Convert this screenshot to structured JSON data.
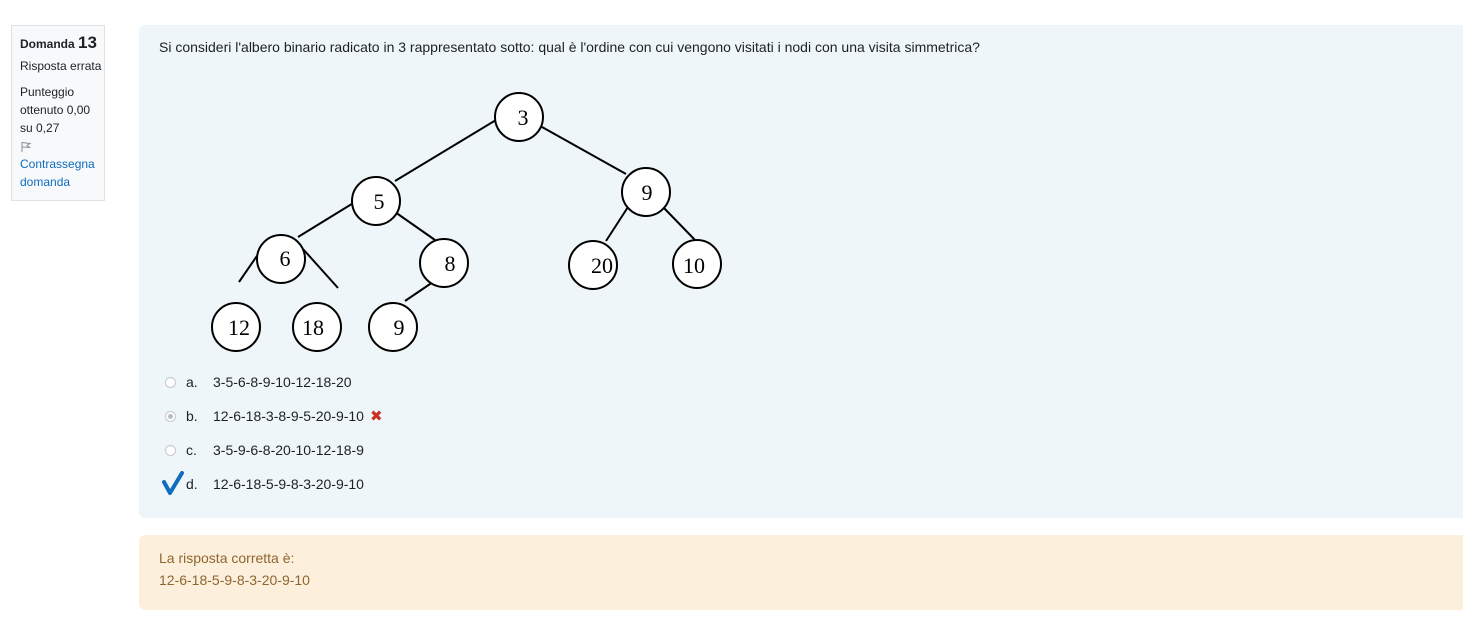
{
  "info": {
    "question_label": "Domanda",
    "question_number": "13",
    "state": "Risposta errata",
    "grade": "Punteggio ottenuto 0,00 su 0,27",
    "flag_link": "Contrassegna domanda"
  },
  "question": {
    "text": "Si consideri l'albero binario radicato in 3 rappresentato sotto: qual è l'ordine con cui vengono visitati i nodi con una visita simmetrica?"
  },
  "tree": {
    "nodes": [
      "3",
      "5",
      "9",
      "6",
      "8",
      "20",
      "10",
      "12",
      "18",
      "9"
    ]
  },
  "answers": [
    {
      "letter": "a.",
      "text": "3-5-6-8-9-10-12-18-20"
    },
    {
      "letter": "b.",
      "text": "12-6-18-3-8-9-5-20-9-10",
      "selected": true,
      "wrong": true
    },
    {
      "letter": "c.",
      "text": "3-5-9-6-8-20-10-12-18-9"
    },
    {
      "letter": "d.",
      "text": "12-6-18-5-9-8-3-20-9-10",
      "correct": true
    }
  ],
  "feedback": {
    "label": "La risposta corretta è:",
    "answer": "12-6-18-5-9-8-3-20-9-10"
  },
  "colors": {
    "content_bg": "#eef6f9",
    "feedback_bg": "#fcefdc",
    "feedback_text": "#8e662e",
    "link": "#0f6cbf",
    "wrong": "#ca3120",
    "correct": "#0f6cbf"
  }
}
